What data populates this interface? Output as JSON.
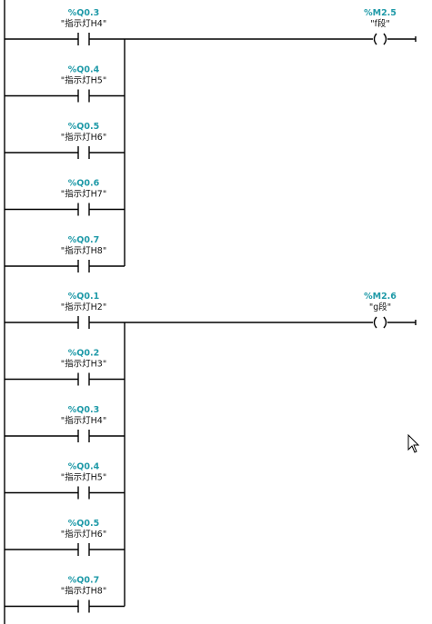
{
  "networks": [
    {
      "contacts": [
        {
          "address": "%Q0.3",
          "tag": "\"指示灯H4\""
        },
        {
          "address": "%Q0.4",
          "tag": "\"指示灯H5\""
        },
        {
          "address": "%Q0.5",
          "tag": "\"指示灯H6\""
        },
        {
          "address": "%Q0.6",
          "tag": "\"指示灯H7\""
        },
        {
          "address": "%Q0.7",
          "tag": "\"指示灯H8\""
        }
      ],
      "coil": {
        "address": "%M2.5",
        "tag": "\"f段\""
      }
    },
    {
      "contacts": [
        {
          "address": "%Q0.1",
          "tag": "\"指示灯H2\""
        },
        {
          "address": "%Q0.2",
          "tag": "\"指示灯H3\""
        },
        {
          "address": "%Q0.3",
          "tag": "\"指示灯H4\""
        },
        {
          "address": "%Q0.4",
          "tag": "\"指示灯H5\""
        },
        {
          "address": "%Q0.5",
          "tag": "\"指示灯H6\""
        },
        {
          "address": "%Q0.7",
          "tag": "\"指示灯H8\""
        }
      ],
      "coil": {
        "address": "%M2.6",
        "tag": "\"g段\""
      }
    }
  ],
  "colors": {
    "address": "#1f9aa8",
    "wire": "#000000"
  },
  "icons": {
    "cursor": "mouse-pointer-icon"
  }
}
